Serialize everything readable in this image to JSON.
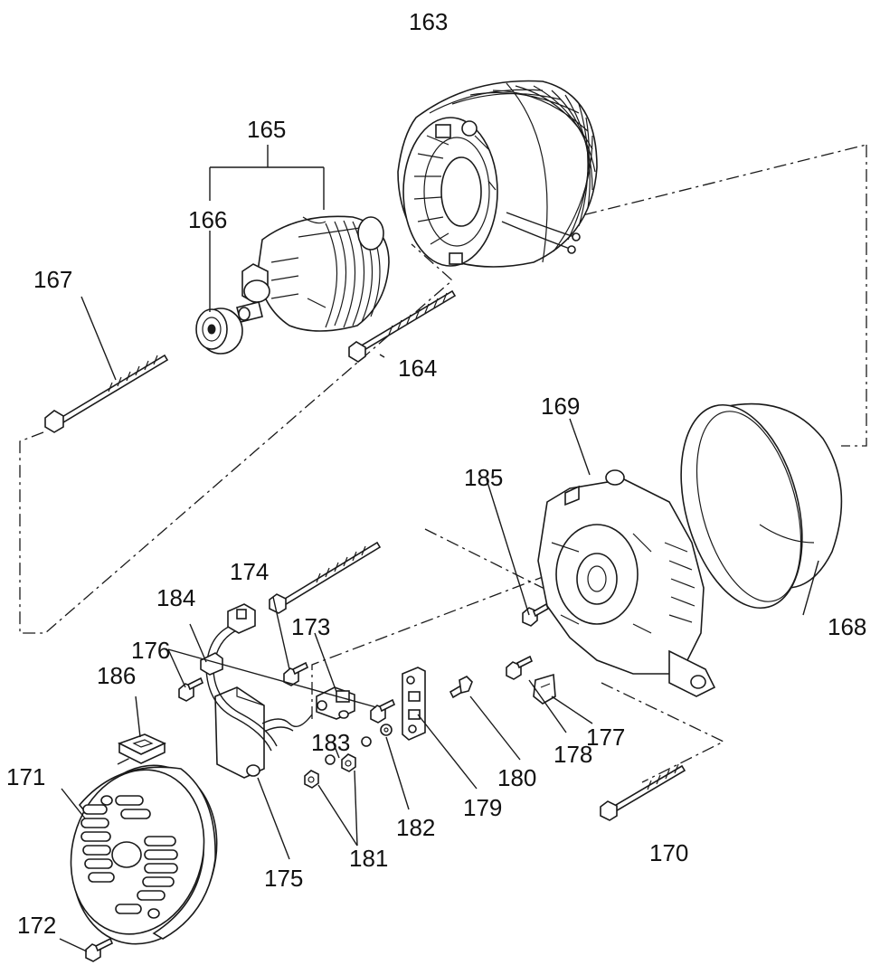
{
  "labels": {
    "p163": "163",
    "p164": "164",
    "p165": "165",
    "p166": "166",
    "p167": "167",
    "p168": "168",
    "p169": "169",
    "p170": "170",
    "p171": "171",
    "p172": "172",
    "p173": "173",
    "p174": "174",
    "p175": "175",
    "p176": "176",
    "p177": "177",
    "p178": "178",
    "p179": "179",
    "p180": "180",
    "p181": "181",
    "p182": "182",
    "p183": "183",
    "p184": "184",
    "p185": "185",
    "p186": "186"
  }
}
